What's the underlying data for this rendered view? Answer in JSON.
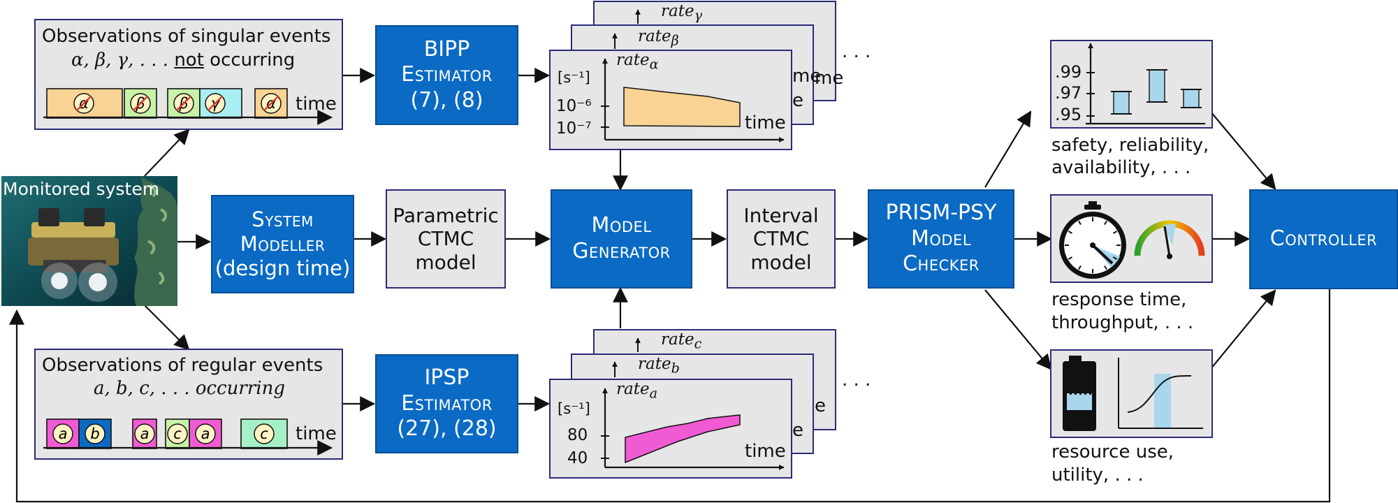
{
  "monitored": {
    "label": "Monitored system"
  },
  "obs_singular": {
    "line1": "Observations of singular events",
    "line2_pre": "α, β, γ, . . .",
    "line2_not": "not",
    "line2_post": "occurring",
    "time": "time",
    "events": [
      "α",
      "β",
      "β",
      "γ",
      "α"
    ]
  },
  "obs_regular": {
    "line1": "Observations of regular events",
    "line2": "a, b, c, . . . occurring",
    "time": "time",
    "events": [
      "a",
      "b",
      "a",
      "c",
      "a",
      "c"
    ]
  },
  "bipp": {
    "line1": "BIPP",
    "line2": "Estimator",
    "line3": "(7), (8)"
  },
  "ipsp": {
    "line1": "IPSP",
    "line2": "Estimator",
    "line3": "(27), (28)"
  },
  "sysmod": {
    "line1": "System",
    "line2": "Modeller",
    "line3": "(design time)"
  },
  "pctmc": {
    "line1": "Parametric",
    "line2": "CTMC",
    "line3": "model"
  },
  "modgen": {
    "line1": "Model",
    "line2": "Generator"
  },
  "ictmc": {
    "line1": "Interval",
    "line2": "CTMC",
    "line3": "model"
  },
  "prism": {
    "line1": "PRISM-PSY",
    "line2": "Model",
    "line3": "Checker"
  },
  "controller": {
    "label": "Controller"
  },
  "rate_top": {
    "gamma": "rate",
    "gamma_sub": "γ",
    "beta": "rate",
    "beta_sub": "β",
    "alpha": "rate",
    "alpha_sub": "α",
    "unit": "[s⁻¹]",
    "tick1": "10⁻⁶",
    "tick2": "10⁻⁷",
    "time": "time",
    "dots": ". . ."
  },
  "rate_bot": {
    "c": "rate",
    "c_sub": "c",
    "b": "rate",
    "b_sub": "b",
    "a": "rate",
    "a_sub": "a",
    "unit": "[s⁻¹]",
    "tick1": "80",
    "tick2": "40",
    "time": "time",
    "dots": ". . ."
  },
  "safety": {
    "tick1": ".99",
    "tick2": ".97",
    "tick3": ".95",
    "cap1": "safety, reliability,",
    "cap2": "availability, . . ."
  },
  "response": {
    "cap1": "response time,",
    "cap2": "throughput, . . ."
  },
  "resource": {
    "cap1": "resource use,",
    "cap2": "utility, . . ."
  },
  "colors": {
    "blue": "#0b6ac4",
    "grey": "#e6e6e6",
    "orange": "#f8d393",
    "pink": "#f05bd3",
    "green": "#c8f2a6",
    "cyan": "#a8eef2",
    "mint": "#a6f0c6",
    "lightblue": "#a9d6ec"
  }
}
